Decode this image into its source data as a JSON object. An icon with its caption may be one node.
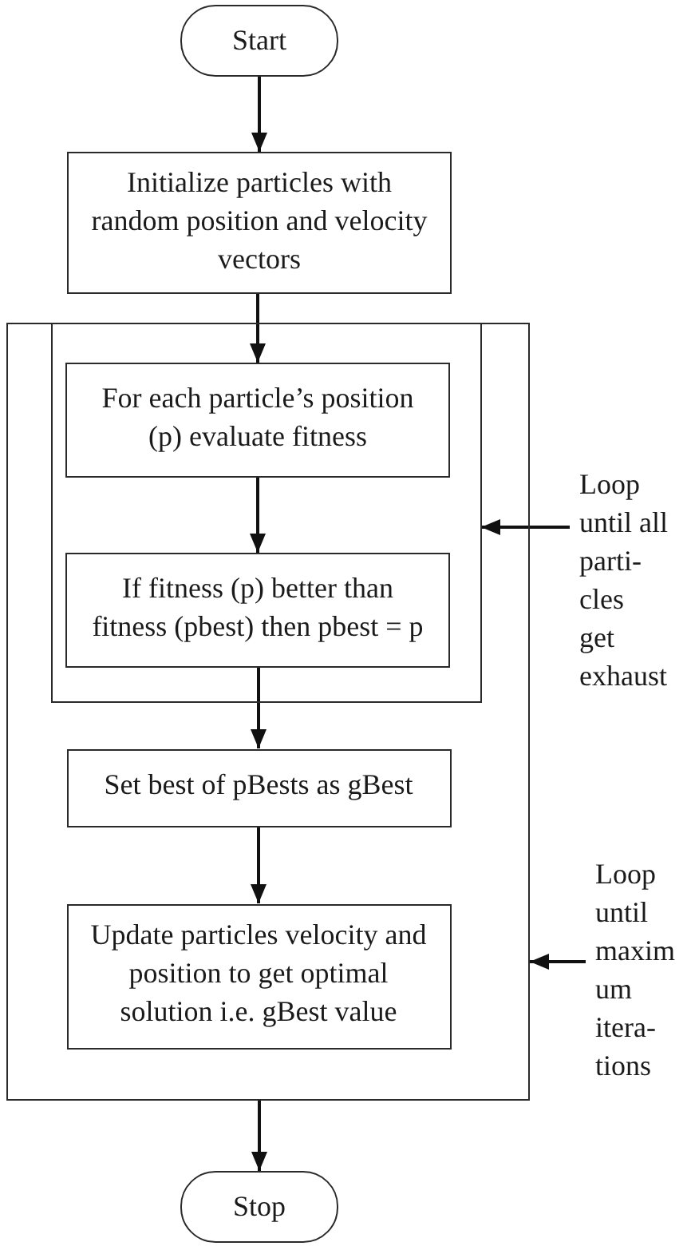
{
  "diagram": {
    "nodes": [
      {
        "text": [
          "Start"
        ]
      },
      {
        "text": [
          "Initialize particles with random position and velocity vectors"
        ]
      },
      {
        "text": [],
        "shape": "box"
      },
      {
        "text": [],
        "shape": "box",
        "in": 2
      },
      {
        "text": [
          "For each particle’s position (p) evaluate fitness"
        ],
        "in": 3
      },
      {
        "text": [
          "If fitness (p) better than fitness (pbest) then pbest = p"
        ],
        "in": 3
      },
      {
        "text": [
          "Set best of pBests as gBest"
        ],
        "in": 2
      },
      {
        "text": [
          "Update particles velocity and position to get optimal solution i.e. gBest value"
        ],
        "in": 2
      },
      {
        "text": [
          "Stop"
        ]
      },
      {
        "text": [
          "Loop until all parti- cles get exhaust"
        ]
      },
      {
        "text": [
          "Loop until maxim um itera- tions"
        ]
      }
    ],
    "edges": [
      {
        "from": 0,
        "to": 1,
        "arrow": "to"
      },
      {
        "from": 1,
        "to": 4,
        "arrow": "to"
      },
      {
        "from": 4,
        "to": 5,
        "arrow": "to"
      },
      {
        "from": 5,
        "to": 6,
        "arrow": "to"
      },
      {
        "from": 6,
        "to": 7,
        "arrow": "to"
      },
      {
        "from": 2,
        "to": 8,
        "arrow": "to"
      },
      {
        "from": 9,
        "to": 3,
        "arrow": "to"
      },
      {
        "from": 10,
        "to": 2,
        "arrow": "to"
      }
    ]
  }
}
